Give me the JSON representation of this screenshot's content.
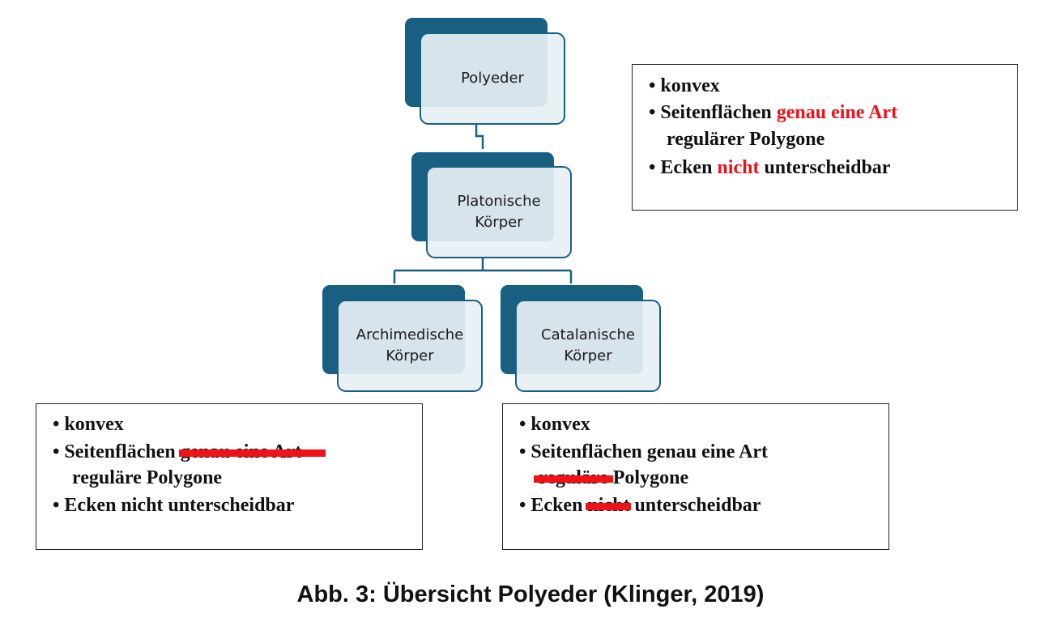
{
  "colors": {
    "node_dark": "#185f82",
    "node_light": "#e8f0f4",
    "highlight_red": "#e8121a"
  },
  "nodes": {
    "polyeder": {
      "line1": "Polyeder"
    },
    "platonisch": {
      "line1": "Platonische",
      "line2": "Körper"
    },
    "archimedisch": {
      "line1": "Archimedische",
      "line2": "Körper"
    },
    "catalanisch": {
      "line1": "Catalanische",
      "line2": "Körper"
    }
  },
  "boxes": {
    "platonic": {
      "bullet": "•",
      "l1": "konvex",
      "l2a": "Seitenflächen ",
      "l2b": "genau eine Art",
      "l3": "regulärer Polygone",
      "l4a": "Ecken ",
      "l4b": "nicht",
      "l4c": " unterscheidbar"
    },
    "archimedean": {
      "bullet": "•",
      "l1": "konvex",
      "l2a": "Seitenflächen ",
      "l2b": "genau eine Art",
      "l3": "reguläre Polygone",
      "l4": "Ecken nicht unterscheidbar"
    },
    "catalan": {
      "bullet": "•",
      "l1": "konvex",
      "l2": "Seitenflächen genau eine Art",
      "l3a": "reguläre",
      "l3b": " Polygone",
      "l4a": "Ecken ",
      "l4b": "nicht",
      "l4c": " unterscheidbar"
    }
  },
  "caption": "Abb. 3: Übersicht Polyeder (Klinger, 2019)"
}
